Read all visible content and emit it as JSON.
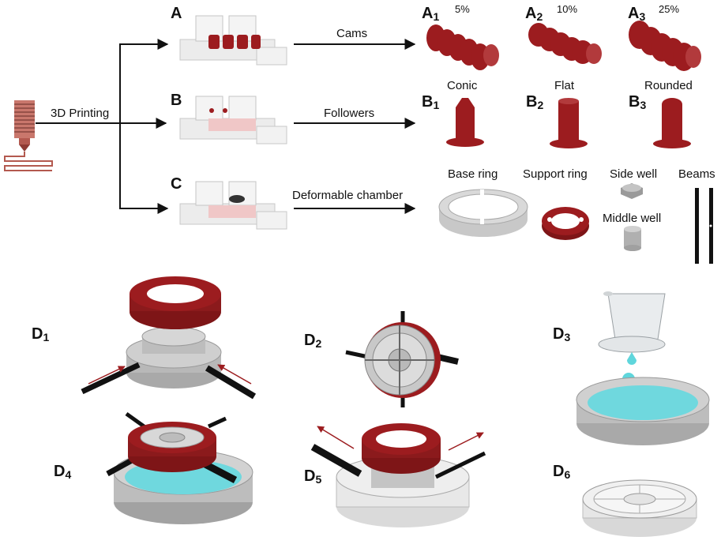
{
  "labels": {
    "A": "A",
    "B": "B",
    "C": "C",
    "A1": "A",
    "A1_sub": "1",
    "A2": "A",
    "A2_sub": "2",
    "A3": "A",
    "A3_sub": "3",
    "B1": "B",
    "B1_sub": "1",
    "B2": "B",
    "B2_sub": "2",
    "B3": "B",
    "B3_sub": "3",
    "D1": "D",
    "D1_sub": "1",
    "D2": "D",
    "D2_sub": "2",
    "D3": "D",
    "D3_sub": "3",
    "D4": "D",
    "D4_sub": "4",
    "D5": "D",
    "D5_sub": "5",
    "D6": "D",
    "D6_sub": "6"
  },
  "text": {
    "printing": "3D Printing",
    "cams": "Cams",
    "followers": "Followers",
    "chamber": "Deformable chamber",
    "cam_5": "5%",
    "cam_10": "10%",
    "cam_25": "25%",
    "conic": "Conic",
    "flat": "Flat",
    "rounded": "Rounded",
    "base_ring": "Base ring",
    "support_ring": "Support ring",
    "side_well": "Side well",
    "beams": "Beams",
    "middle_well": "Middle well"
  },
  "colors": {
    "red": "#9c1c1f",
    "gray": "#b8b8b8",
    "light_gray": "#e4e4e4",
    "cyan": "#5fd6dc",
    "black": "#111111"
  }
}
